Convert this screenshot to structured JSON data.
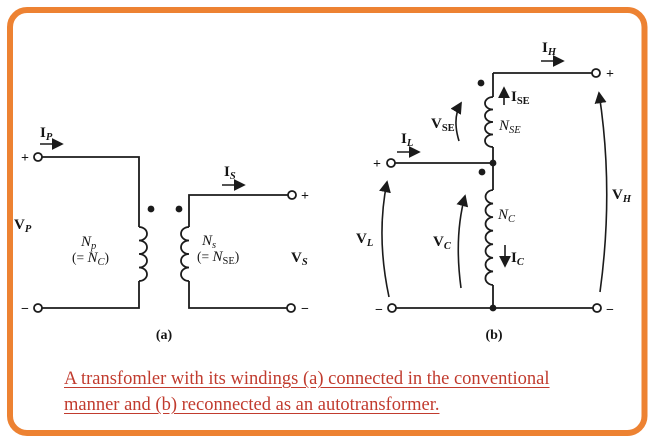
{
  "figure": {
    "type": "circuit-diagram",
    "colors": {
      "border": "#ED8232",
      "wire": "#1B1B1B",
      "caption": "#C13B2E"
    },
    "caption": {
      "line1": "A transfomler with its windings (a) connected in the conventional",
      "line2": "manner and (b) reconnected as an autotransformer."
    },
    "circuit_a": {
      "label": "(a)",
      "signs": {
        "plus_in": "+",
        "minus_in": "−",
        "plus_out": "+",
        "minus_out": "−"
      },
      "labels": {
        "ip": {
          "main": "I",
          "sub": "P"
        },
        "vp": {
          "main": "V",
          "sub": "P"
        },
        "np": {
          "main": "N",
          "sub": "p"
        },
        "np_eq": {
          "open": "(= ",
          "main": "N",
          "sub": "C",
          "close": ")"
        },
        "ns": {
          "main": "N",
          "sub": "s"
        },
        "ns_eq": {
          "open": "(= ",
          "main": "N",
          "sub": "SE",
          "close": ")"
        },
        "is": {
          "main": "I",
          "sub": "S"
        },
        "vs": {
          "main": "V",
          "sub": "S"
        }
      }
    },
    "circuit_b": {
      "label": "(b)",
      "signs": {
        "plus_left": "+",
        "minus_left": "−",
        "plus_right": "+",
        "minus_right": "−"
      },
      "labels": {
        "ih": {
          "main": "I",
          "sub": "H"
        },
        "il": {
          "main": "I",
          "sub": "L"
        },
        "ise": {
          "main": "I",
          "sub": "SE"
        },
        "ic": {
          "main": "I",
          "sub": "C"
        },
        "vse": {
          "main": "V",
          "sub": "SE"
        },
        "vl": {
          "main": "V",
          "sub": "L"
        },
        "vc": {
          "main": "V",
          "sub": "C"
        },
        "vh": {
          "main": "V",
          "sub": "H"
        },
        "nse": {
          "main": "N",
          "sub": "SE"
        },
        "nc": {
          "main": "N",
          "sub": "C"
        }
      }
    }
  }
}
